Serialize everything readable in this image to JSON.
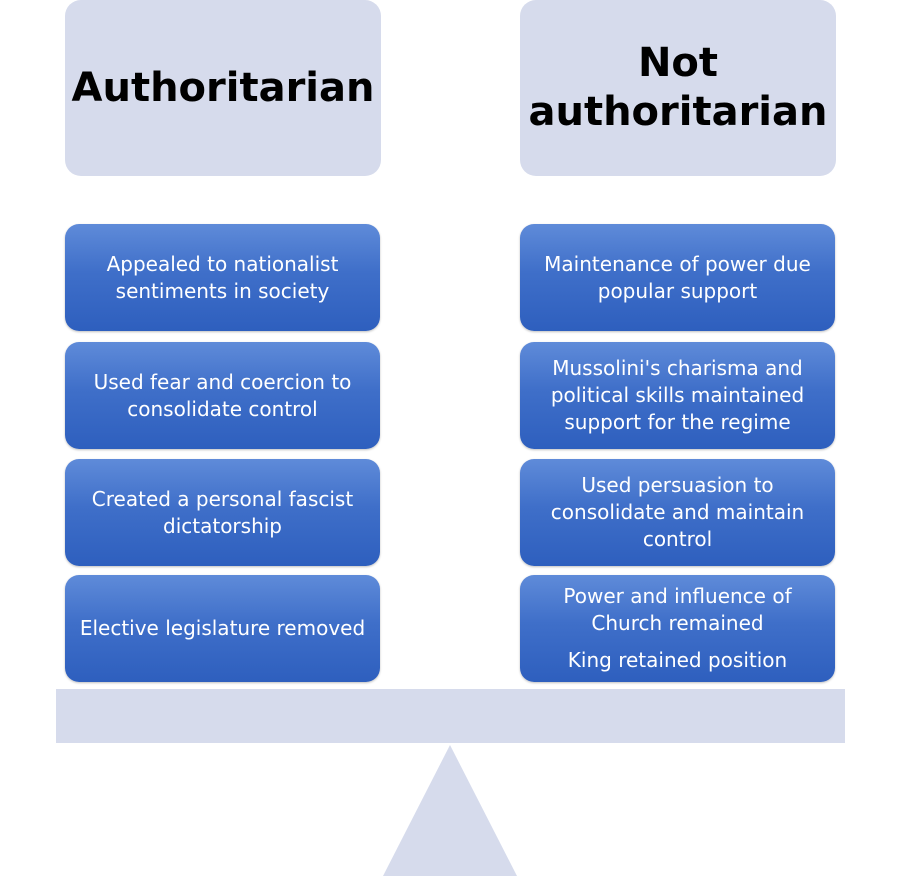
{
  "headers": {
    "left": "Authoritarian",
    "right": "Not authoritarian"
  },
  "left_items": [
    "Appealed to nationalist sentiments in society",
    "Used fear and coercion to consolidate control",
    "Created a personal fascist dictatorship",
    "Elective legislature removed"
  ],
  "right_items": [
    "Maintenance of power due popular support",
    "Mussolini's charisma and political  skills maintained support for the regime",
    "Used persuasion to consolidate and maintain control",
    "Power and influence of Church remained"
  ],
  "right_item_4_extra": "King  retained position",
  "colors": {
    "header_fill": "#d6dbec",
    "card_fill": "#4472c4",
    "card_text": "#ffffff",
    "balance_fill": "#d6dbec"
  }
}
